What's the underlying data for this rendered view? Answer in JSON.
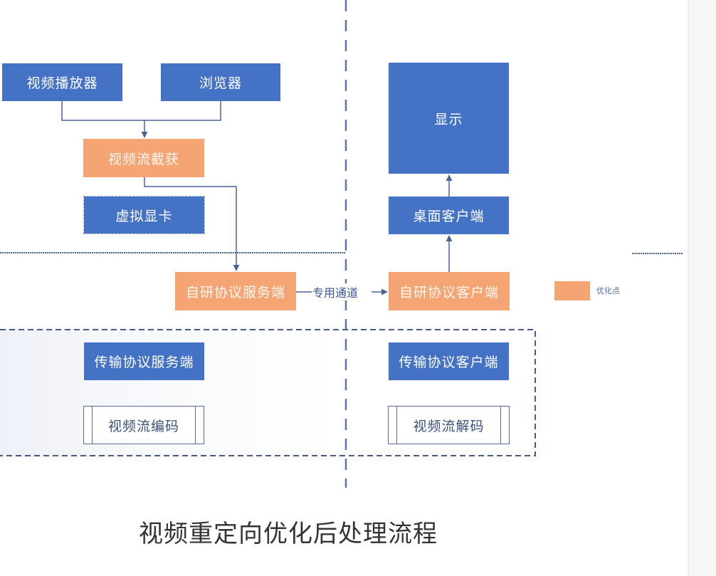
{
  "diagram": {
    "caption": "视频重定向优化后处理流程",
    "nodes": {
      "video_player": "视频播放器",
      "browser": "浏览器",
      "stream_capture": "视频流截获",
      "virtual_gpu": "虚拟显卡",
      "protocol_server": "自研协议服务端",
      "protocol_client": "自研协议客户端",
      "display": "显示",
      "desktop_client": "桌面客户端",
      "transport_server": "传输协议服务端",
      "transport_client": "传输协议客户端",
      "stream_encode": "视频流编码",
      "stream_decode": "视频流解码"
    },
    "edges": [
      {
        "from": "video_player",
        "to": "stream_capture"
      },
      {
        "from": "browser",
        "to": "stream_capture"
      },
      {
        "from": "stream_capture",
        "to": "protocol_server"
      },
      {
        "from": "protocol_server",
        "to": "protocol_client",
        "label": "专用通道"
      },
      {
        "from": "protocol_client",
        "to": "desktop_client"
      },
      {
        "from": "desktop_client",
        "to": "display"
      }
    ],
    "channel_label": "专用通道",
    "legend": {
      "label": "优化点",
      "color": "#f4a573"
    },
    "colors": {
      "primary_blue": "#4472c4",
      "optimization_orange": "#f4a573",
      "line": "#4a6296"
    }
  }
}
